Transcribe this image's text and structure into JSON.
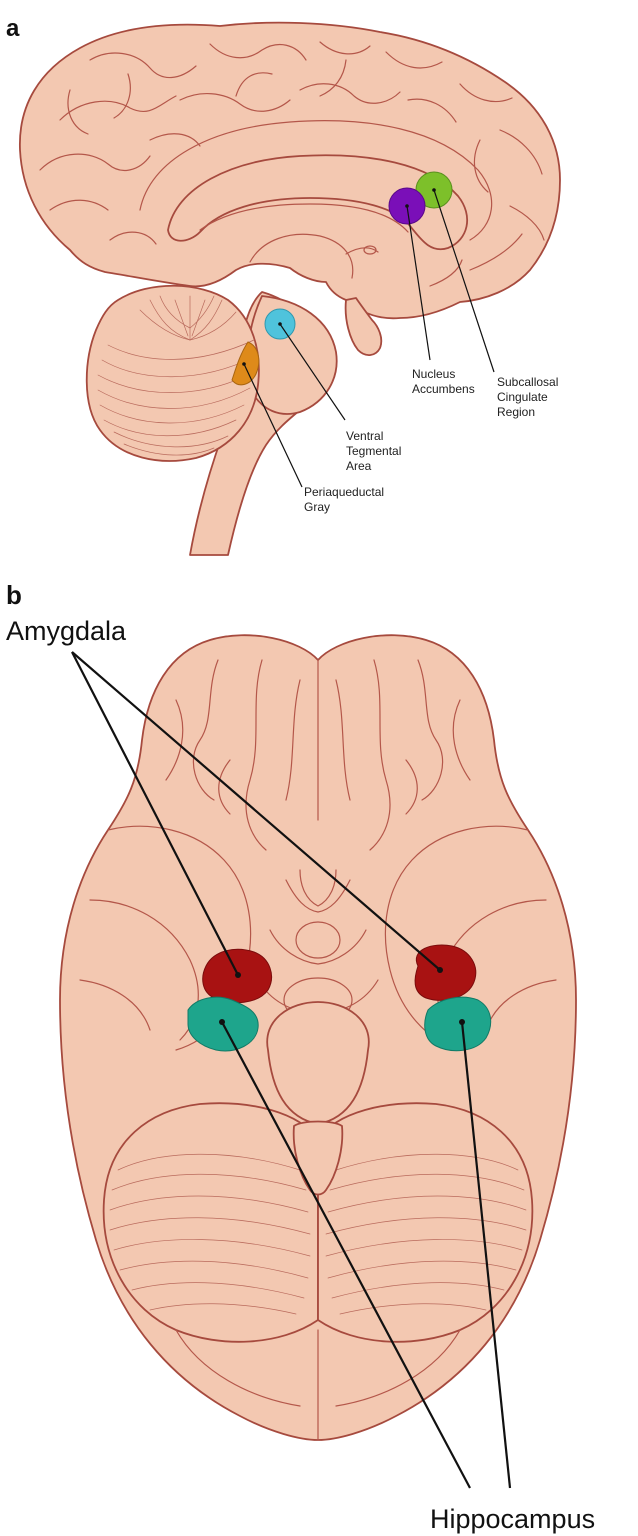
{
  "panel_a": {
    "letter": "a",
    "labels": {
      "nucleus_accumbens": [
        "Nucleus",
        "Accumbens"
      ],
      "subcallosal_cingulate": [
        "Subcallosal",
        "Cingulate",
        "Region"
      ],
      "ventral_tegmental": [
        "Ventral",
        "Tegmental",
        "Area"
      ],
      "periaqueductal_gray": [
        "Periaqueductal",
        "Gray"
      ]
    },
    "region_colors": {
      "nucleus_accumbens": "#7a0fb8",
      "subcallosal_cingulate": "#7dc02a",
      "ventral_tegmental": "#4fc3dc",
      "periaqueductal_gray": "#de8a1a"
    }
  },
  "panel_b": {
    "letter": "b",
    "labels": {
      "amygdala": "Amygdala",
      "hippocampus": "Hippocampus"
    },
    "region_colors": {
      "amygdala": "#a81212",
      "hippocampus": "#1ea58c"
    }
  },
  "colors": {
    "tissue": "#f3c8b1",
    "outline": "#a64a3e"
  }
}
